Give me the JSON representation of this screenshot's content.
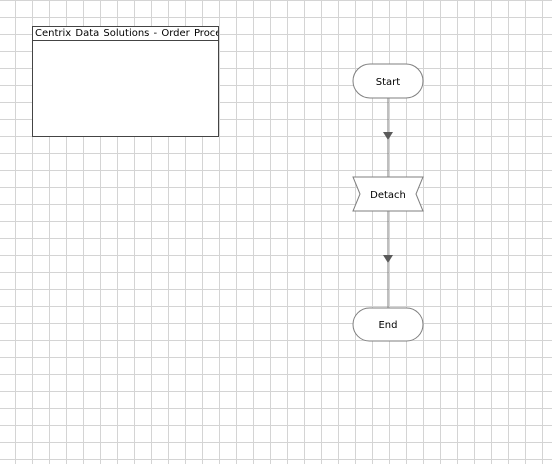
{
  "diagram": {
    "title": "Centrix Data Solutions - Order Processin",
    "nodes": [
      {
        "id": "start",
        "label": "Start",
        "shape": "terminator"
      },
      {
        "id": "detach",
        "label": "Detach",
        "shape": "bowtie"
      },
      {
        "id": "end",
        "label": "End",
        "shape": "terminator"
      }
    ],
    "edges": [
      {
        "from": "start",
        "to": "detach"
      },
      {
        "from": "detach",
        "to": "end"
      }
    ],
    "colors": {
      "grid": "#d4d4d4",
      "stroke": "#7f7f7f",
      "arrow": "#5a5a5a",
      "fill": "#ffffff"
    }
  }
}
